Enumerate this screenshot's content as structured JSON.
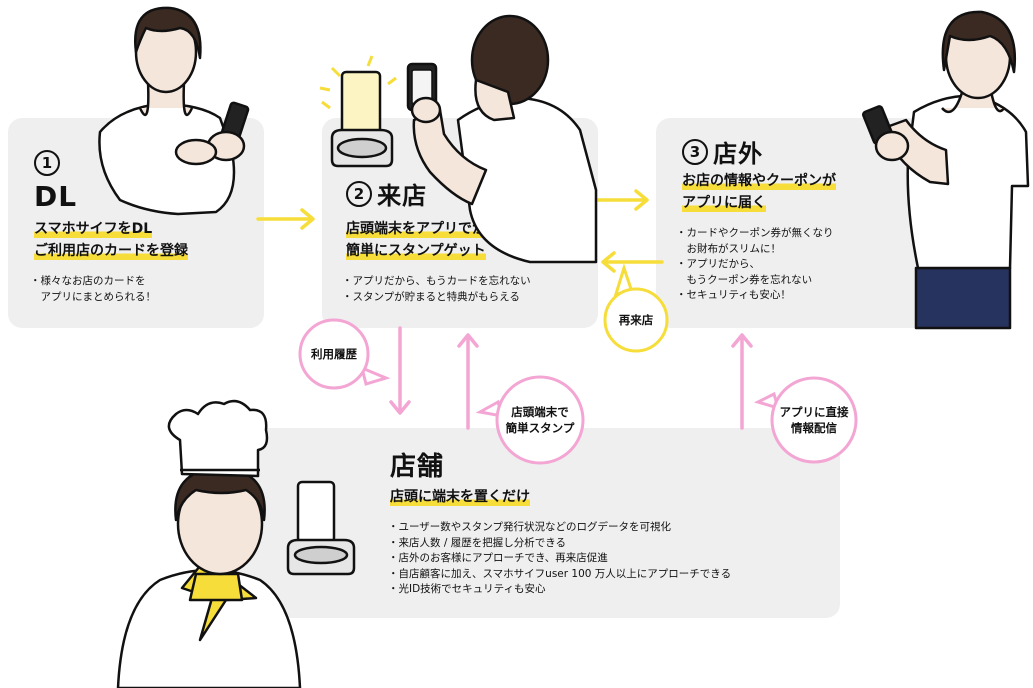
{
  "step1": {
    "num": "1",
    "title": "DL",
    "headline": [
      "スマホサイフをDL",
      "ご利用店のカードを登録"
    ],
    "bullets": [
      "・様々なお店のカードを",
      "　アプリにまとめられる！"
    ]
  },
  "step2": {
    "num": "2",
    "title": "来店",
    "headline": [
      "店頭端末をアプリでかざし",
      "簡単にスタンプゲット"
    ],
    "bullets": [
      "・アプリだから、もうカードを忘れない",
      "・スタンプが貯まると特典がもらえる"
    ]
  },
  "step3": {
    "num": "3",
    "title": "店外",
    "headline": [
      "お店の情報やクーポンが",
      "アプリに届く"
    ],
    "bullets": [
      "・カードやクーポン券が無くなり",
      "　お財布がスリムに！",
      "・アプリだから、",
      "　もうクーポン券を忘れない",
      "・セキュリティも安心！"
    ]
  },
  "store": {
    "title": "店舗",
    "headline": "店頭に端末を置くだけ",
    "bullets": [
      "・ユーザー数やスタンプ発行状況などのログデータを可視化",
      "・来店人数 / 履歴を把握し分析できる",
      "・店外のお客様にアプローチでき、再来店促進",
      "・自店顧客に加え、スマホサイフuser 100 万人以上にアプローチできる",
      "・光ID技術でセキュリティも安心"
    ]
  },
  "bubbles": {
    "revisit": "再来店",
    "history": "利用履歴",
    "stamp": [
      "店頭端末で",
      "簡単スタンプ"
    ],
    "delivery": [
      "アプリに直接",
      "情報配信"
    ]
  },
  "colors": {
    "yellow": "#f6dd3a",
    "pink": "#f3a6d3",
    "card": "#efefef"
  }
}
